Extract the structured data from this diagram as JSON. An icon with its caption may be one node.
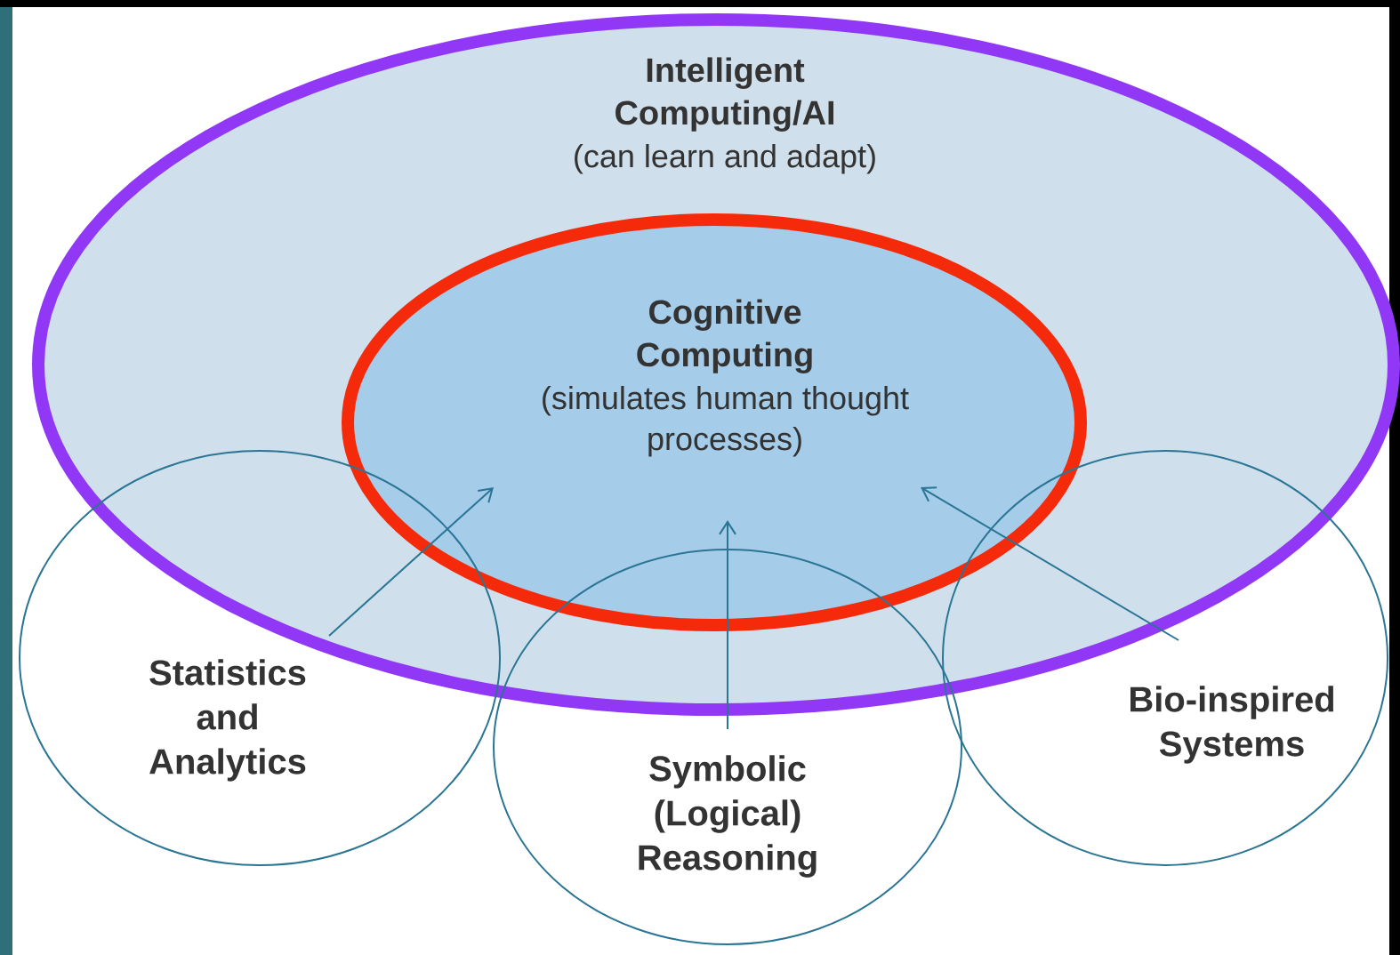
{
  "diagram": {
    "nodes": [
      {
        "text": [
          "Intelligent Computing/AI",
          "(can learn and adapt)"
        ]
      },
      {
        "text": [
          "Cognitive Computing",
          "(simulates human thought processes)"
        ],
        "in": 0
      },
      {
        "text": [
          "Statistics and Analytics"
        ]
      },
      {
        "text": [
          "Symbolic (Logical) Reasoning"
        ]
      },
      {
        "text": [
          "Bio-inspired Systems"
        ]
      }
    ],
    "edges": [
      {
        "from": 2,
        "to": 1,
        "arrow": "to"
      },
      {
        "from": 3,
        "to": 1,
        "arrow": "to"
      },
      {
        "from": 4,
        "to": 1,
        "arrow": "to"
      }
    ]
  }
}
